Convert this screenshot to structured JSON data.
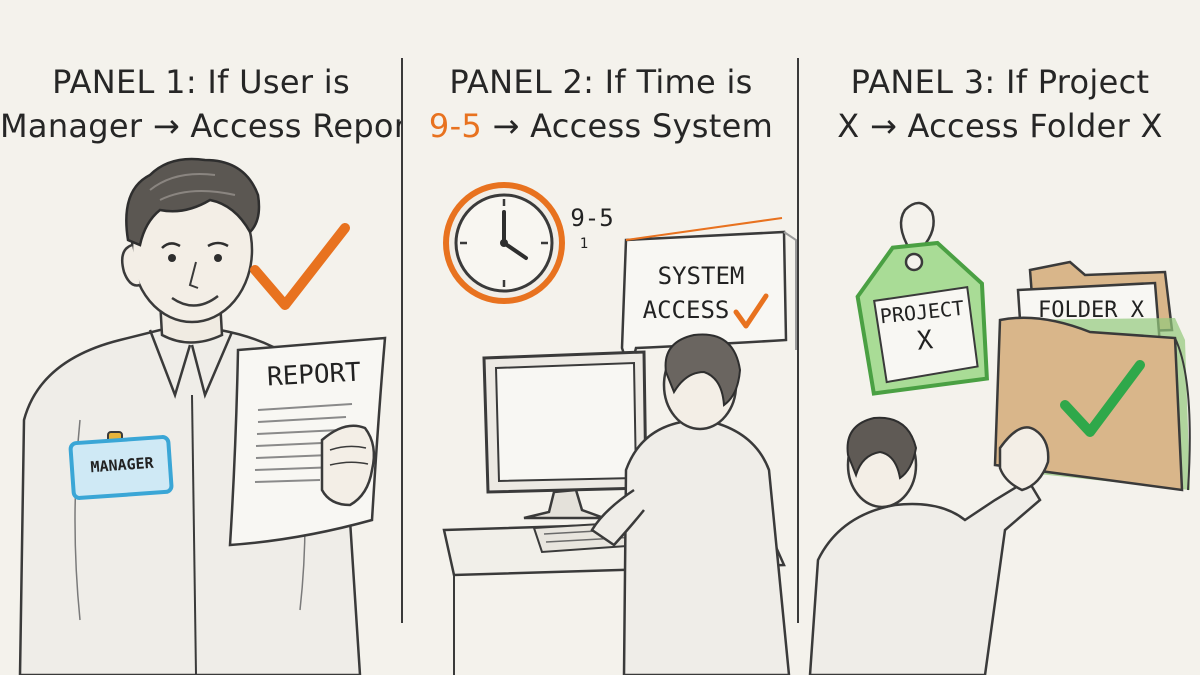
{
  "panels": [
    {
      "line1": "PANEL 1: If User is",
      "line2": "Manager → Access Report",
      "badge": "MANAGER",
      "document": "REPORT"
    },
    {
      "line1": "PANEL 2: If Time is",
      "line2_accent": "9-5",
      "line2_rest": " → Access System",
      "clock_time": "9-5",
      "clock_sub": "1",
      "screen_line1": "SYSTEM",
      "screen_line2": "ACCESS"
    },
    {
      "line1": "PANEL 3: If Project",
      "line2": "X → Access Folder X",
      "tag_line1": "PROJECT",
      "tag_line2": "X",
      "folder": "FOLDER X"
    }
  ],
  "colors": {
    "accent": "#e8721f",
    "check_green": "#2fa84a",
    "tag_green": "#7cc46a",
    "badge_blue": "#3aa6d6",
    "folder_tan": "#d9b68a",
    "paper": "#f4f2ec"
  },
  "icons": [
    "checkmark-icon",
    "clock-icon",
    "tag-icon",
    "folder-icon",
    "monitor-icon"
  ]
}
